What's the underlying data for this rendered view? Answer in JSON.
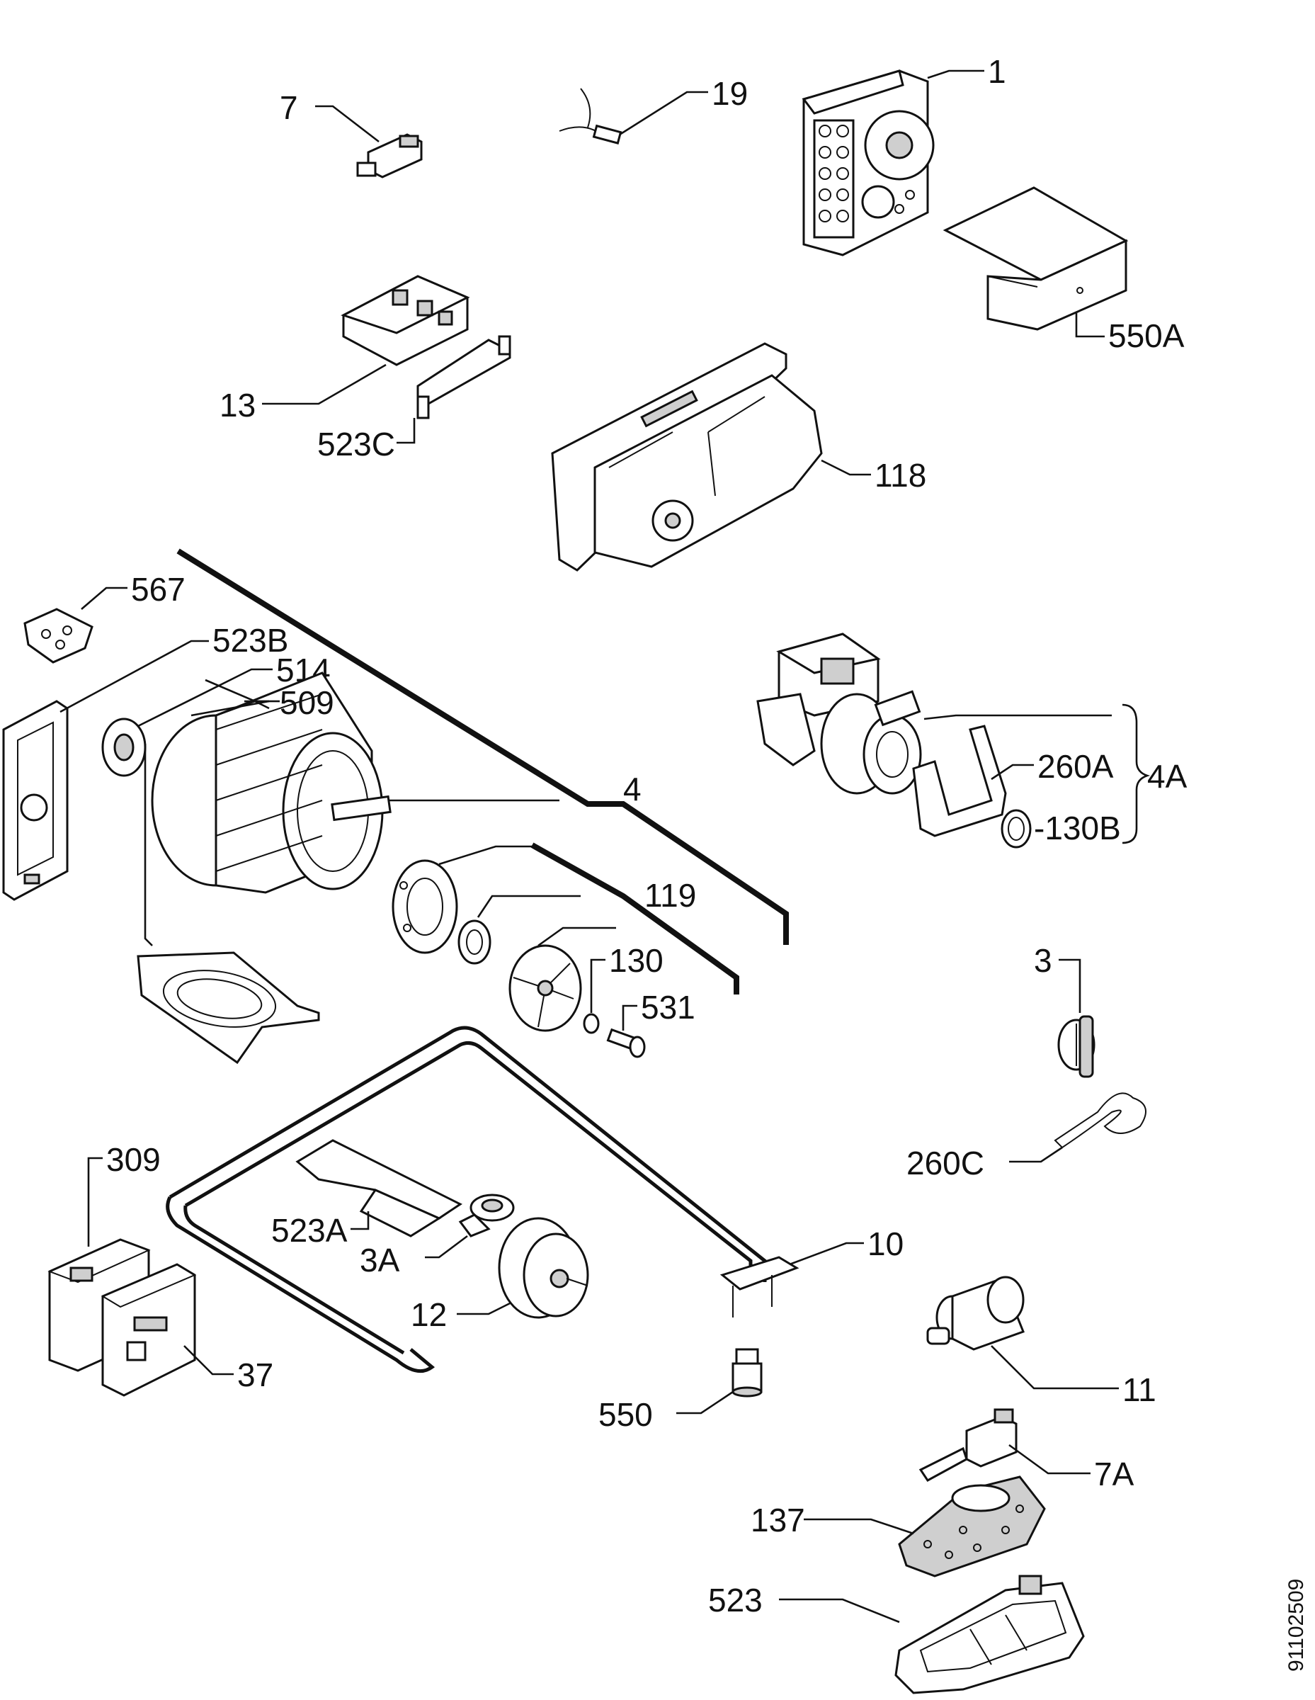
{
  "diagram": {
    "labels": {
      "p1": "1",
      "p7": "7",
      "p19": "19",
      "p550A": "550A",
      "p13": "13",
      "p523C": "523C",
      "p118": "118",
      "p567": "567",
      "p523B": "523B",
      "p514": "514",
      "p509": "509",
      "p4": "4",
      "p119": "119",
      "p130": "130",
      "p531": "531",
      "p260A": "260A",
      "p4A": "4A",
      "p130B": "-130B",
      "p3": "3",
      "p260C": "260C",
      "p309": "309",
      "p523A": "523A",
      "p3A": "3A",
      "p12": "12",
      "p10": "10",
      "p37": "37",
      "p11": "11",
      "p550": "550",
      "p7A": "7A",
      "p137": "137",
      "p523": "523"
    },
    "drawing_number": "91102509"
  }
}
